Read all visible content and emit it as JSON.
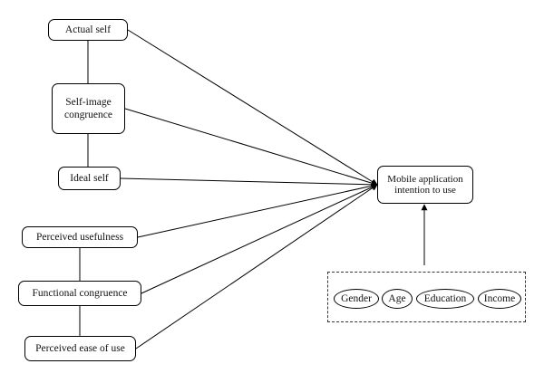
{
  "nodes": {
    "actual_self": "Actual self",
    "self_image_congruence": "Self-image congruence",
    "ideal_self": "Ideal self",
    "perceived_usefulness": "Perceived usefulness",
    "functional_congruence": "Functional congruence",
    "perceived_ease_of_use": "Perceived ease of use",
    "intention": "Mobile application intention to use"
  },
  "controls": [
    "Gender",
    "Age",
    "Education",
    "Income"
  ],
  "colors": {
    "stroke": "#000000",
    "dashed_border": "#333333",
    "background": "#ffffff"
  }
}
